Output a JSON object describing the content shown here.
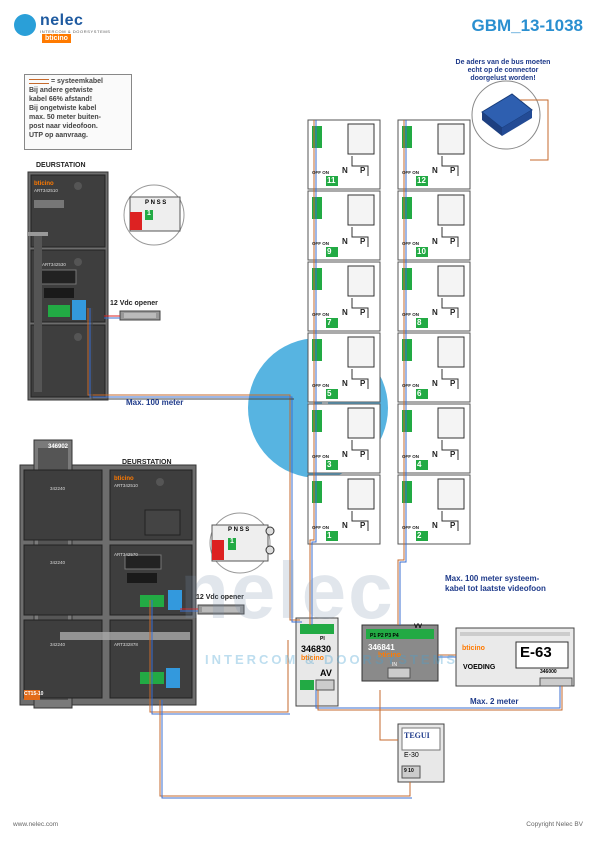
{
  "brand": {
    "name": "nelec",
    "tagline": "INTERCOM & DOORSYSTEMS",
    "partner": "bticino",
    "logo_color": "#2a9fd8",
    "partner_color": "#ff7a00"
  },
  "document": {
    "title": "GBM_13-1038",
    "footer_left": "www.nelec.com",
    "footer_right": "Copyright Nelec BV"
  },
  "legend": {
    "line1": "= systeemkabel",
    "line2": "Bij andere getwiste",
    "line3": "kabel 66% afstand!",
    "line4": "Bij ongetwiste kabel",
    "line5": "max. 50 meter buiten-",
    "line6": "post naar videofoon.",
    "line7": "UTP op aanvraag."
  },
  "notes": {
    "bus_note_1": "De aders van de bus moeten",
    "bus_note_2": "echt op de connector",
    "bus_note_3": "doorgelust worden!",
    "max100_1": "Max. 100 meter",
    "max100_2a": "Max. 100 meter systeem-",
    "max100_2b": "kabel tot laatste videofoon",
    "max2": "Max. 2 meter"
  },
  "door1": {
    "label": "DEURSTATION",
    "plate_brand": "bticino",
    "plate_art": "ART342510",
    "module_art": "ART342530",
    "opener": "12 Vdc opener"
  },
  "door2": {
    "label": "DEURSTATION",
    "frame_code": "346902",
    "plate_art": "ART342510",
    "left_art_1": "342240",
    "left_art_2": "342240",
    "left_art_3": "342240",
    "mod_art": "ART342570",
    "mod_art_2": "ART332878",
    "opener": "12 Vdc opener",
    "tag": "CT15-10"
  },
  "connector": {
    "headers": [
      "P",
      "N",
      "S",
      "S"
    ],
    "value": "1"
  },
  "devices": {
    "dist": {
      "name": "346830",
      "brand": "bticino",
      "mark": "AV",
      "pi": "PI"
    },
    "amp": {
      "name": "346841",
      "brand": "bticino",
      "terms": [
        "P1",
        "P2",
        "P3",
        "P4"
      ],
      "vv": "VV",
      "in": "IN"
    },
    "psu": {
      "brand": "bticino",
      "model": "E-63",
      "label": "VOEDING",
      "art": "346000"
    },
    "tegui": {
      "brand": "TEGUI",
      "model": "E-30",
      "terms": "9 10"
    }
  },
  "videophones": {
    "left_column": [
      "11",
      "9",
      "7",
      "5",
      "3",
      "1"
    ],
    "right_column": [
      "12",
      "10",
      "8",
      "6",
      "4",
      "2"
    ],
    "switch_label": "OFF ON",
    "n_label": "N",
    "p_label": "P"
  },
  "watermark": {
    "big": "nelec",
    "sub": "INTERCOM & DOORSYSTEMS"
  }
}
